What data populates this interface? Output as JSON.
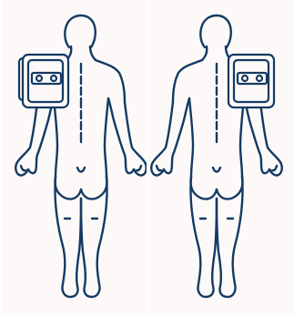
{
  "panels": [
    {
      "id": "left",
      "view": "back",
      "pack_side": "left-shoulder"
    },
    {
      "id": "right",
      "view": "back",
      "pack_side": "right-shoulder"
    }
  ],
  "colors": {
    "panel_background": "#fcf9f8",
    "outline": "#143a63",
    "page_background": "#ffffff"
  },
  "icons": [
    "human-back-figure",
    "shoulder-cold-pack"
  ]
}
